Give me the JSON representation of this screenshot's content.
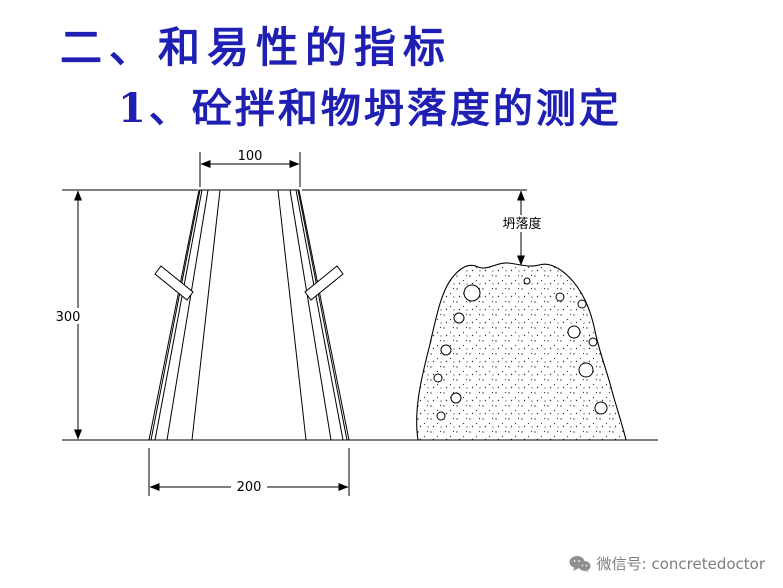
{
  "slide": {
    "title": "二、和易性的指标",
    "subtitle": "1、砼拌和物坍落度的测定",
    "title_color": "#1f1fb4",
    "background_color": "#ffffff"
  },
  "diagram": {
    "description": "slump-test cone and slumped concrete drawing",
    "top_width_label": "100",
    "height_label": "300",
    "bottom_width_label": "200",
    "slump_label": "坍落度",
    "line_color": "#000000"
  },
  "footer": {
    "wechat_label": "微信号: concretedoctor",
    "text_color": "#7d7d7d"
  }
}
